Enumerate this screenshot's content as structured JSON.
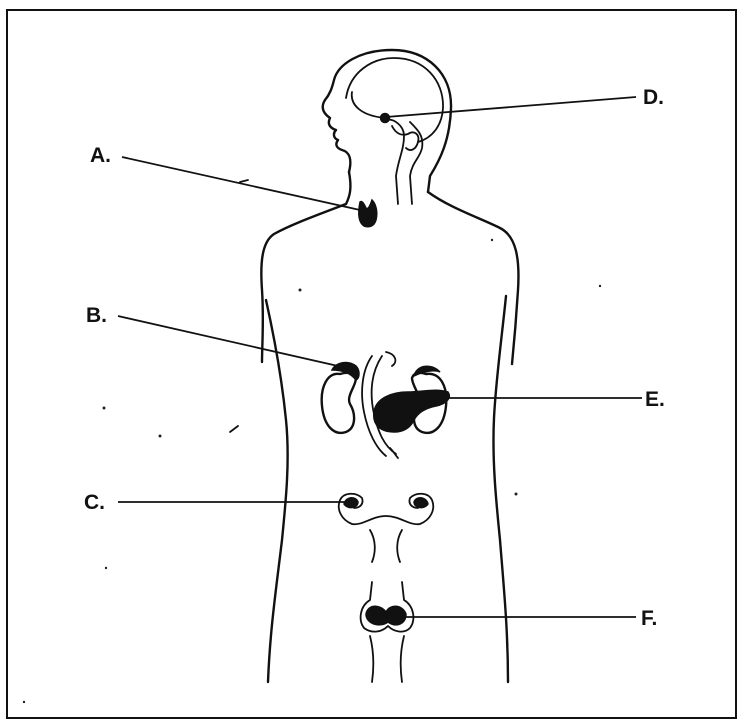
{
  "diagram": {
    "labels": {
      "a": "A.",
      "b": "B.",
      "c": "C.",
      "d": "D.",
      "e": "E.",
      "f": "F."
    }
  }
}
